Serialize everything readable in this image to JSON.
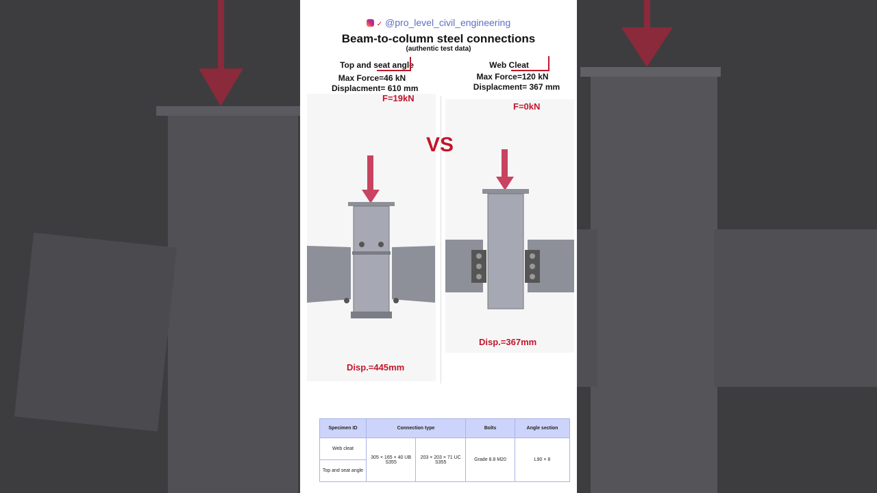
{
  "header": {
    "handle": "@pro_level_civil_engineering",
    "title": "Beam-to-column steel connections",
    "subtitle": "(authentic test data)"
  },
  "left": {
    "name": "Top and seat angle",
    "max_force": "Max Force=46 kN",
    "displacement": "Displacment= 610 mm",
    "force_now": "F=19kN",
    "disp_now": "Disp.=445mm"
  },
  "right": {
    "name": "Web Cleat",
    "max_force": "Max Force=120 kN",
    "displacement": "Displacment= 367 mm",
    "force_now": "F=0kN",
    "disp_now": "Disp.=367mm"
  },
  "vs": "VS",
  "table": {
    "headers": [
      "Specimen ID",
      "Connection type",
      "Bolts",
      "Angle section"
    ],
    "specimens": [
      "Web cleat",
      "Top and seat angle"
    ],
    "beam": "305 × 165 × 40 UB S355",
    "column": "203 × 203 × 71 UC S355",
    "bolts": "Grade 8.8 M20",
    "angle": "L90 × 8"
  },
  "colors": {
    "accent_red": "#c2152b",
    "arrow": "#c8435f",
    "table_header": "#cdd4fb",
    "handle": "#5a6fc6"
  }
}
